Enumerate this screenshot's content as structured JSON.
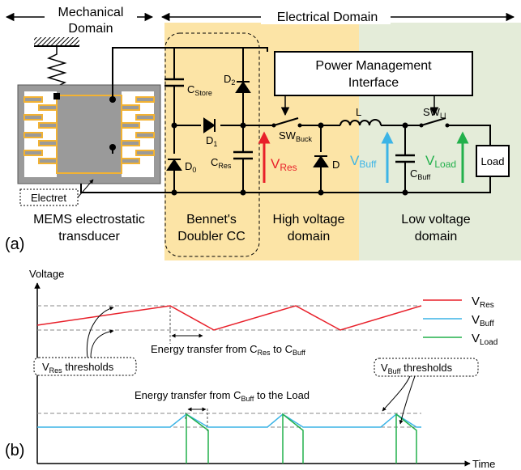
{
  "top": {
    "mechanical_domain": [
      "Mechanical",
      "Domain"
    ],
    "electrical_domain": "Electrical Domain",
    "pmi": [
      "Power Management",
      "Interface"
    ],
    "sw_buck": {
      "base": "SW",
      "sub": "Buck"
    },
    "sw_li": {
      "base": "SW",
      "sub": "LI"
    },
    "inductor": "L",
    "c_store": {
      "base": "C",
      "sub": "Store"
    },
    "c_res": {
      "base": "C",
      "sub": "Res"
    },
    "c_buff": {
      "base": "C",
      "sub": "Buff"
    },
    "d0": {
      "base": "D",
      "sub": "0"
    },
    "d1": {
      "base": "D",
      "sub": "1"
    },
    "d2": {
      "base": "D",
      "sub": "2"
    },
    "d": "D",
    "v_res": {
      "base": "V",
      "sub": "Res"
    },
    "v_buff": {
      "base": "V",
      "sub": "Buff"
    },
    "v_load": {
      "base": "V",
      "sub": "Load"
    },
    "load": "Load",
    "electret": "Electret",
    "mems": [
      "MEMS electrostatic",
      "transducer"
    ],
    "bennet": [
      "Bennet's",
      "Doubler CC"
    ],
    "high_voltage": [
      "High voltage",
      "domain"
    ],
    "low_voltage": [
      "Low voltage",
      "domain"
    ],
    "panel_a": "(a)"
  },
  "bottom": {
    "panel_b": "(b)",
    "y_axis": "Voltage",
    "x_axis": "Time",
    "legend": [
      {
        "base": "V",
        "sub": "Res",
        "color": "#e8202a"
      },
      {
        "base": "V",
        "sub": "Buff",
        "color": "#3cb4e6"
      },
      {
        "base": "V",
        "sub": "Load",
        "color": "#22b04b"
      }
    ],
    "energy_res": {
      "text": "Energy transfer from C",
      "sub": "Res",
      "tail": " to C",
      "sub2": "Buff"
    },
    "energy_buff": {
      "text": "Energy transfer from C",
      "sub": "Buff",
      "tail": " to the Load"
    },
    "vres_thresholds": {
      "base": "V",
      "sub": "Res",
      "tail": " thresholds"
    },
    "vbuff_thresholds": {
      "base": "V",
      "sub": "Buff",
      "tail": " thresholds"
    }
  },
  "colors": {
    "mech": "#ffffff",
    "bennet_bg": "#fce4a6",
    "low_bg": "#e4ecd9",
    "res": "#e8202a",
    "buff": "#3cb4e6",
    "load": "#22b04b",
    "mems_gray": "#9a9a9a",
    "mems_orange": "#f2b233"
  }
}
